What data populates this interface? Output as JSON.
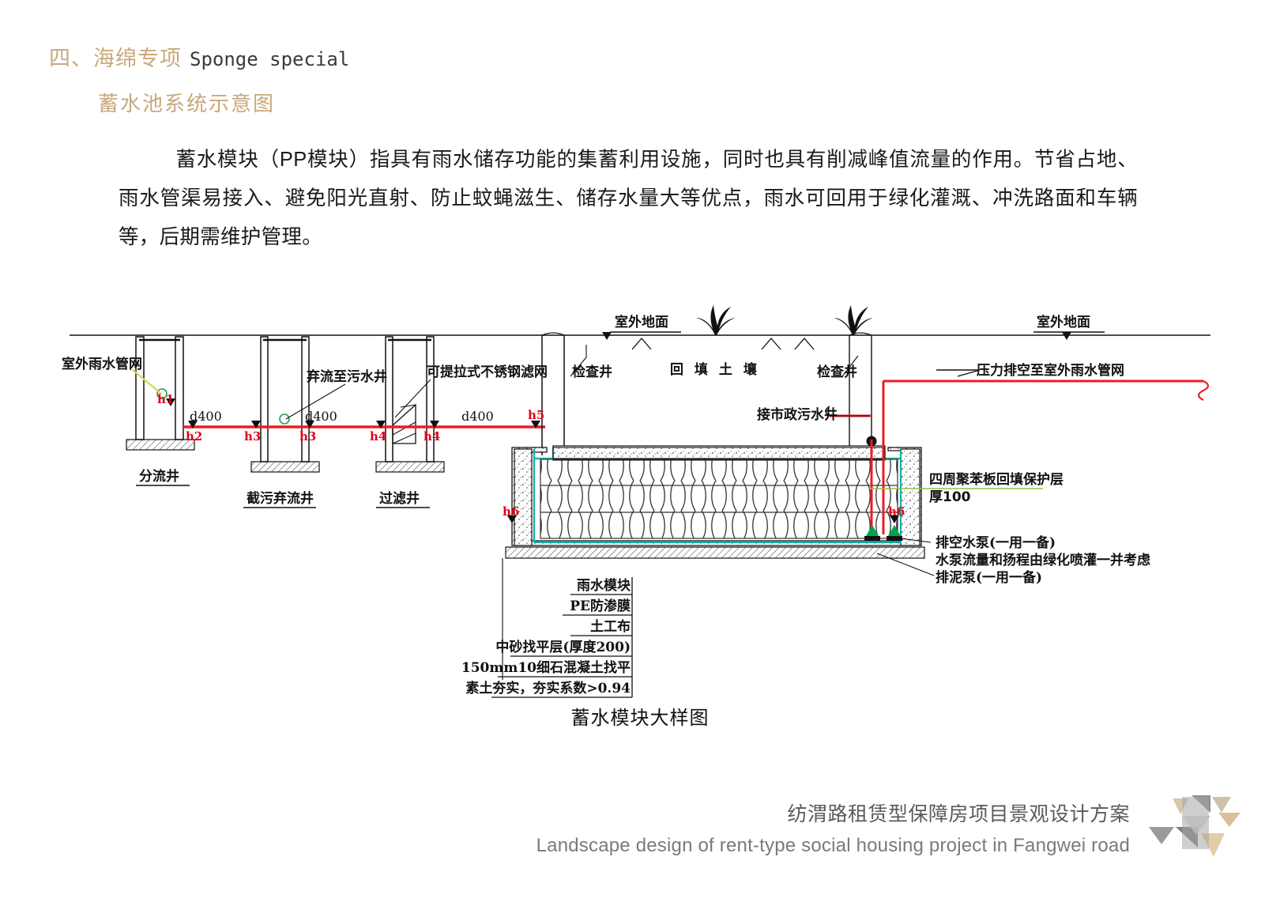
{
  "header": {
    "section_cn": "四、海绵专项",
    "section_en": "Sponge special",
    "subtitle": "蓄水池系统示意图"
  },
  "intro": {
    "paragraph": "蓄水模块（PP模块）指具有雨水储存功能的集蓄利用设施，同时也具有削减峰值流量的作用。节省占地、雨水管渠易接入、避免阳光直射、防止蚊蝇滋生、储存水量大等优点，雨水可回用于绿化灌溉、冲洗路面和车辆等，后期需维护管理。"
  },
  "diagram": {
    "caption": "蓄水模块大样图",
    "labels": {
      "storm_network_left": "室外雨水管网",
      "ground_level_mid": "室外地面",
      "ground_level_right": "室外地面",
      "backfill_soil": "回 填 土 壤",
      "inspection_well_1": "检查井",
      "inspection_well_2": "检查井",
      "discard_to_sewage": "弃流至污水井",
      "stainless_filter": "可提拉式不锈钢滤网",
      "connect_municipal_sewage": "接市政污水井",
      "pressure_discharge": "压力排空至室外雨水管网",
      "eps_protection_line1": "四周聚苯板回填保护层",
      "eps_protection_line2": "厚100"
    },
    "well_names": {
      "diversion_well": "分流井",
      "intercept_discard_well": "截污弃流井",
      "filter_well": "过滤井"
    },
    "pipe_labels": [
      "d400",
      "d400",
      "d400"
    ],
    "elevation_marks": [
      "h1",
      "h2",
      "h3",
      "h3",
      "h4",
      "h4",
      "h5",
      "h6",
      "h6"
    ],
    "layer_stack": [
      "雨水模块",
      "PE防渗膜",
      "土工布",
      "中砂找平层(厚度200)",
      "150mm10细石混凝土找平",
      "素土夯实，夯实系数>0.94"
    ],
    "pump_notes": [
      "排空水泵(一用一备)",
      "水泵流量和扬程由绿化喷灌一并考虑",
      "排泥泵(一用一备)"
    ]
  },
  "footer": {
    "project_cn": "纺渭路租赁型保障房项目景观设计方案",
    "project_en": "Landscape design of rent-type social housing project in Fangwei road"
  },
  "colors": {
    "accent_gold": "#c9a87c",
    "pipe_red": "#ee1b24",
    "liner_teal": "#12b0a8",
    "label_red": "#e2001a",
    "pump_green": "#00a550",
    "footer_gray": "#5a5a5a"
  }
}
